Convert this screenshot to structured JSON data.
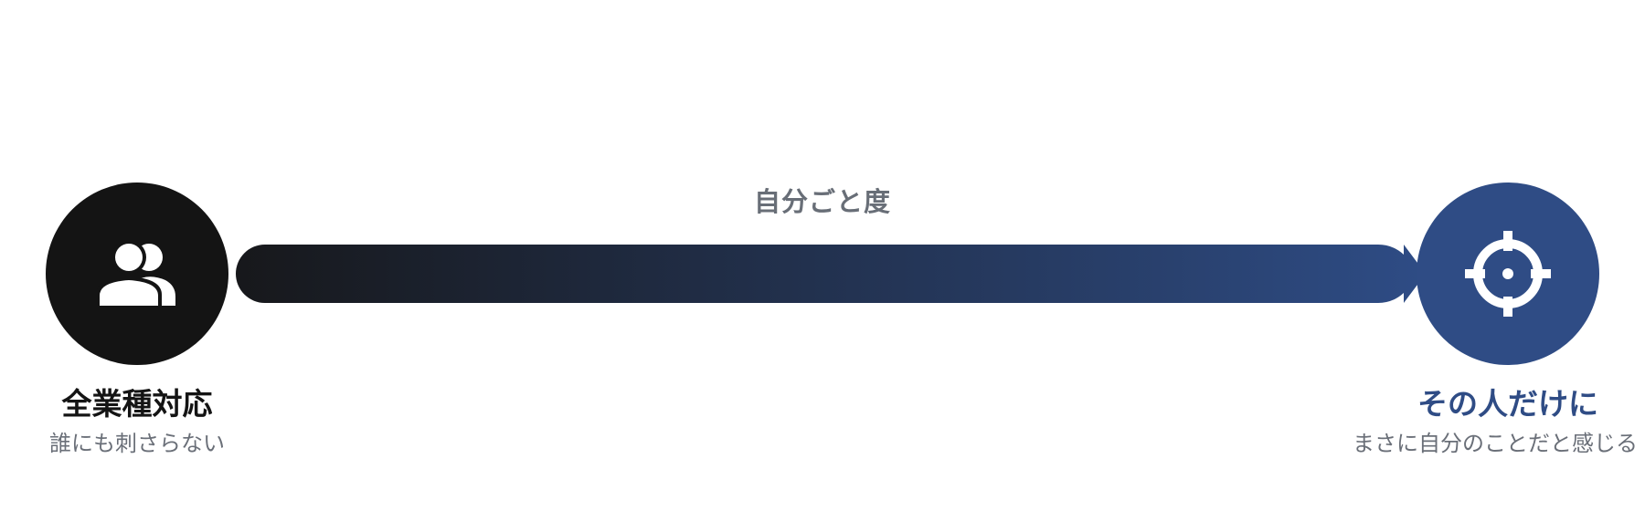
{
  "diagram": {
    "axis_label": "自分ごと度",
    "start": {
      "title": "全業種対応",
      "subtitle": "誰にも刺さらない",
      "icon": "users-icon",
      "color": "#141414"
    },
    "end": {
      "title": "その人だけに",
      "subtitle": "まさに自分のことだと感じる",
      "icon": "crosshair-target-icon",
      "color": "#2f4c85"
    },
    "arrow": {
      "gradient_start": "#17181b",
      "gradient_end": "#2e4c85"
    }
  }
}
